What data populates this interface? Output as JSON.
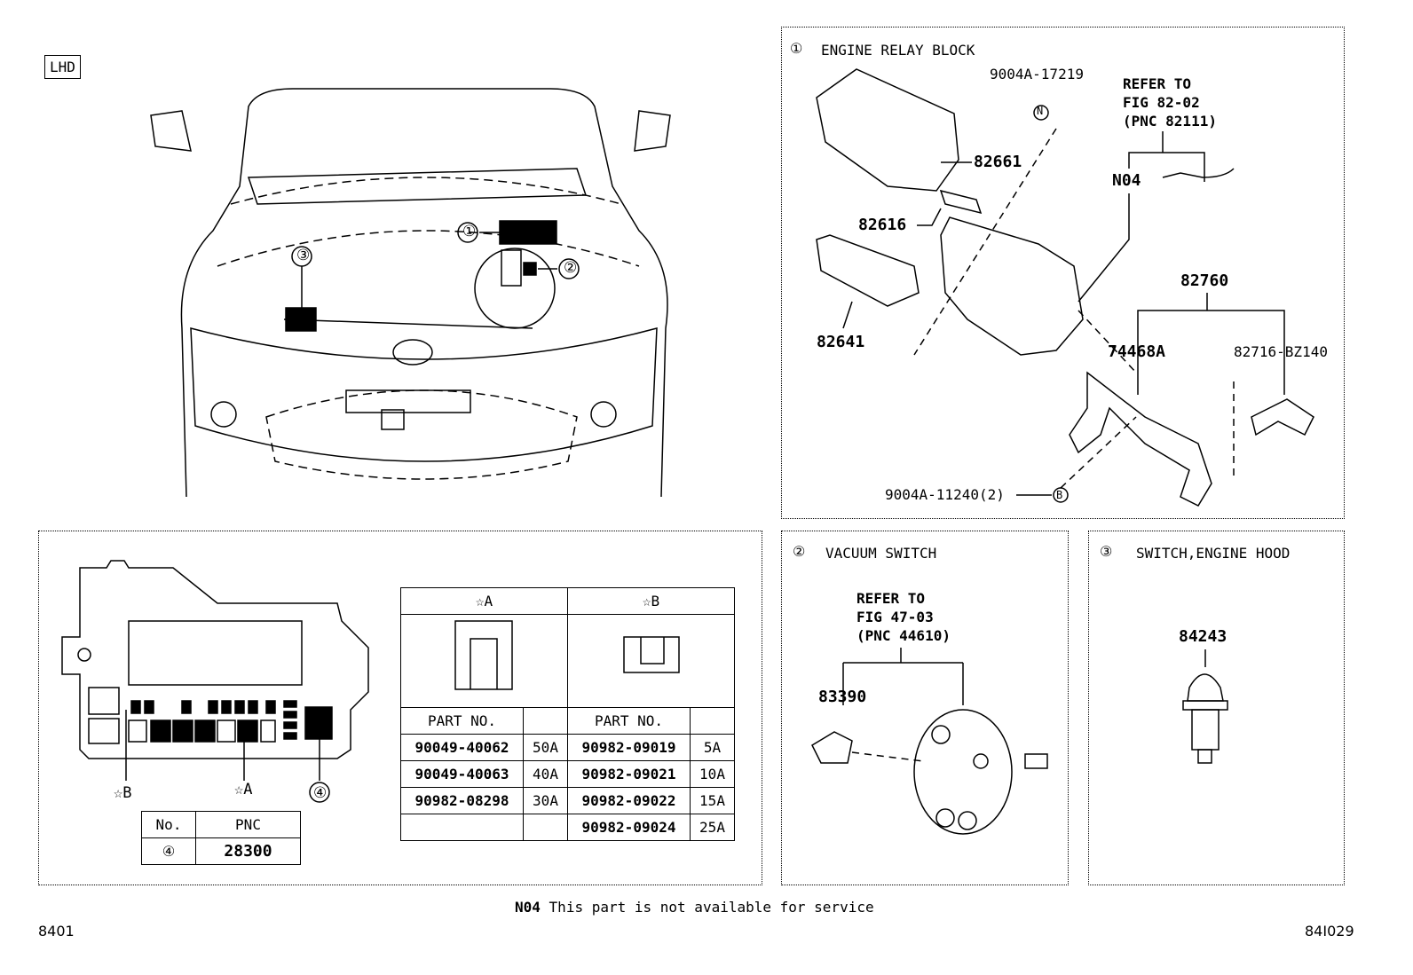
{
  "variant_tag": "LHD",
  "overview": {
    "callouts": [
      "①",
      "②",
      "③"
    ]
  },
  "engine_relay_block": {
    "number": "①",
    "title": "ENGINE RELAY BLOCK",
    "parts": [
      "9004A-17219",
      "82661",
      "82616",
      "82641",
      "N04",
      "82760",
      "74468A",
      "82716-BZ140",
      "9004A-11240(2)"
    ],
    "symbols": {
      "n": "N",
      "b": "B"
    },
    "refer": [
      "REFER TO",
      "FIG 82-02",
      "(PNC 82111)"
    ]
  },
  "fuse_block": {
    "labels": {
      "star_b": "☆B",
      "star_a": "☆A",
      "callout4": "④"
    },
    "pnc_table": {
      "headers": [
        "No.",
        "PNC"
      ],
      "rows": [
        [
          "④",
          "28300"
        ]
      ]
    },
    "fuse_table": {
      "group_a": "☆A",
      "group_b": "☆B",
      "part_no_header": "PART NO.",
      "rows": [
        [
          "90049-40062",
          "50A",
          "90982-09019",
          "5A"
        ],
        [
          "90049-40063",
          "40A",
          "90982-09021",
          "10A"
        ],
        [
          "90982-08298",
          "30A",
          "90982-09022",
          "15A"
        ],
        [
          "",
          "",
          "90982-09024",
          "25A"
        ]
      ]
    }
  },
  "vacuum_switch": {
    "number": "②",
    "title": "VACUUM SWITCH",
    "refer": [
      "REFER TO",
      "FIG 47-03",
      "(PNC 44610)"
    ],
    "part": "83390"
  },
  "hood_switch": {
    "number": "③",
    "title": "SWITCH,ENGINE HOOD",
    "part": "84243"
  },
  "footer": {
    "code": "N04",
    "note": "This part is not available for service",
    "left_id": "8401",
    "right_id": "84I029"
  }
}
